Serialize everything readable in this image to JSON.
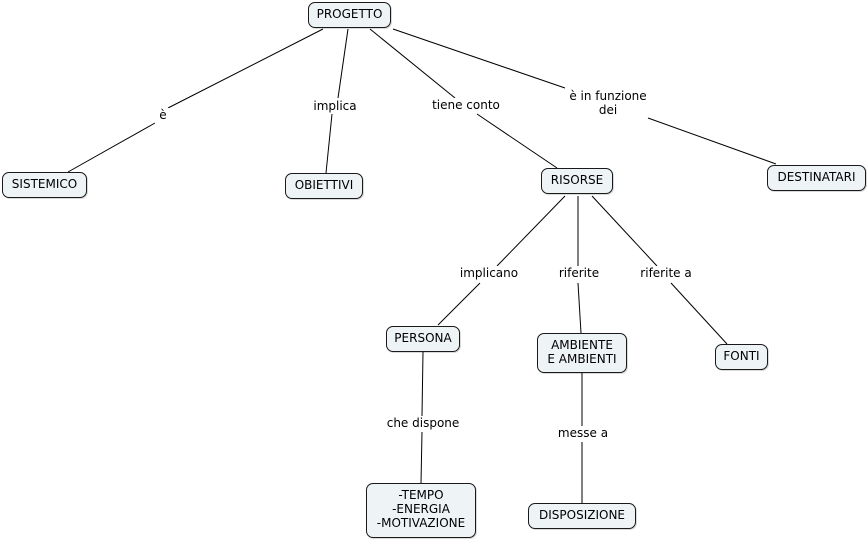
{
  "map": {
    "nodes": {
      "progetto": "PROGETTO",
      "sistemico": "SISTEMICO",
      "obiettivi": "OBIETTIVI",
      "risorse": "RISORSE",
      "destinatari": "DESTINATARI",
      "persona": "PERSONA",
      "ambiente": "AMBIENTE\nE AMBIENTI",
      "fonti": "FONTI",
      "tempo": "-TEMPO\n-ENERGIA\n-MOTIVAZIONE",
      "disposizione": "DISPOSIZIONE"
    },
    "links": {
      "e": "è",
      "implica": "implica",
      "tiene_conto": "tiene conto",
      "in_funzione": "è in funzione\ndei",
      "implicano": "implicano",
      "riferite": "riferite",
      "riferite_a": "riferite a",
      "che_dispone": "che dispone",
      "messe_a": "messe a"
    },
    "connections": [
      {
        "from": "progetto",
        "via": "e",
        "to": "sistemico"
      },
      {
        "from": "progetto",
        "via": "implica",
        "to": "obiettivi"
      },
      {
        "from": "progetto",
        "via": "tiene_conto",
        "to": "risorse"
      },
      {
        "from": "progetto",
        "via": "in_funzione",
        "to": "destinatari"
      },
      {
        "from": "risorse",
        "via": "implicano",
        "to": "persona"
      },
      {
        "from": "risorse",
        "via": "riferite",
        "to": "ambiente"
      },
      {
        "from": "risorse",
        "via": "riferite_a",
        "to": "fonti"
      },
      {
        "from": "persona",
        "via": "che_dispone",
        "to": "tempo"
      },
      {
        "from": "ambiente",
        "via": "messe_a",
        "to": "disposizione"
      }
    ]
  }
}
